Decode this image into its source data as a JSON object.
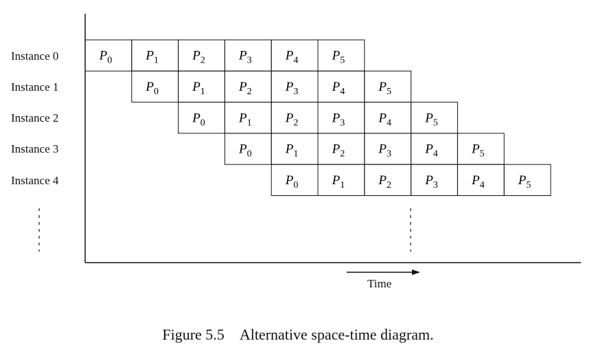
{
  "rows": [
    {
      "label": "Instance 0",
      "stages": [
        "0",
        "1",
        "2",
        "3",
        "4",
        "5"
      ]
    },
    {
      "label": "Instance 1",
      "stages": [
        "0",
        "1",
        "2",
        "3",
        "4",
        "5"
      ]
    },
    {
      "label": "Instance 2",
      "stages": [
        "0",
        "1",
        "2",
        "3",
        "4",
        "5"
      ]
    },
    {
      "label": "Instance 3",
      "stages": [
        "0",
        "1",
        "2",
        "3",
        "4",
        "5"
      ]
    },
    {
      "label": "Instance 4",
      "stages": [
        "0",
        "1",
        "2",
        "3",
        "4",
        "5"
      ]
    }
  ],
  "stage_symbol": "P",
  "time_label": "Time",
  "caption": {
    "number": "Figure 5.5",
    "text": "Alternative space-time diagram."
  }
}
